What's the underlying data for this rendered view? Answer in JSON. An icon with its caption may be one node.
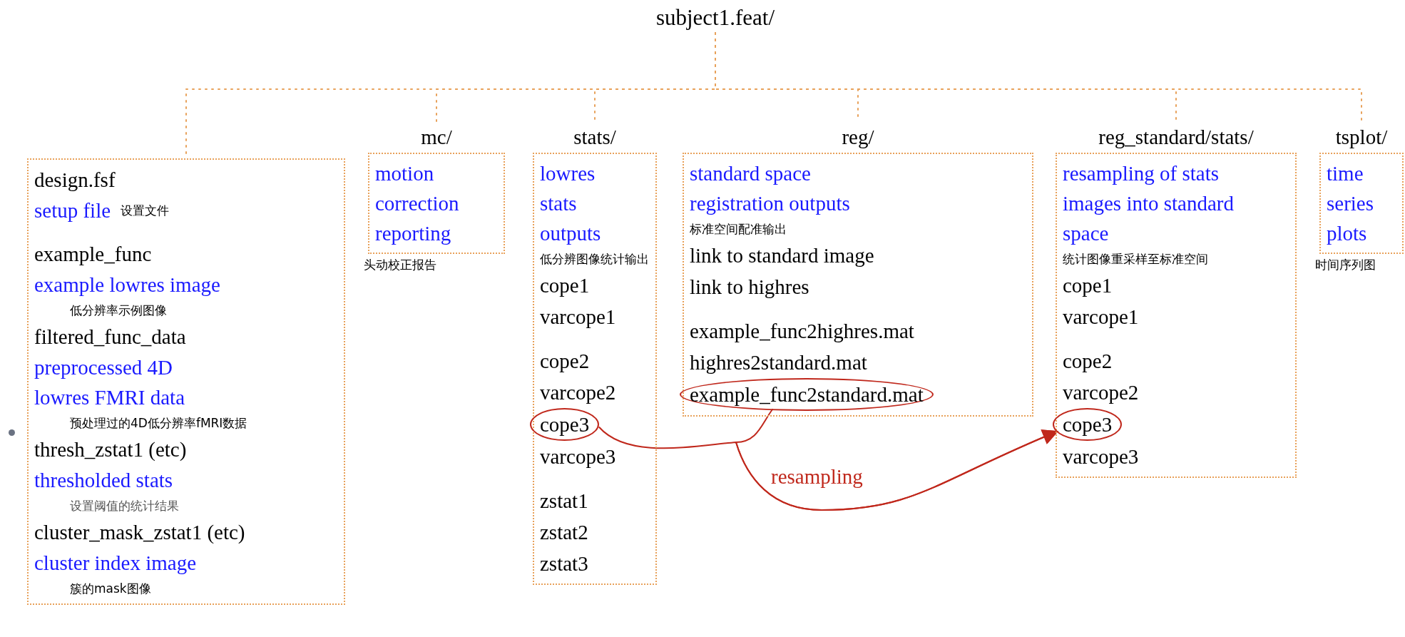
{
  "diagram": {
    "nodes": [
      {
        "text": [
          "subject1.feat/"
        ]
      },
      {
        "text": [
          "design.fsf",
          "setup file",
          "设置文件",
          "example_func",
          "example lowres image",
          "低分辨率示例图像",
          "filtered_func_data",
          "preprocessed 4D",
          "lowres FMRI data",
          "预处理过的4D低分辨率fMRI数据",
          "thresh_zstat1 (etc)",
          "thresholded stats",
          "设置阈值的统计结果",
          "cluster_mask_zstat1 (etc)",
          "cluster index image",
          "簇的mask图像"
        ]
      },
      {
        "text": [
          "mc/",
          "motion correction reporting"
        ],
        "beside": [
          "头动校正报告"
        ]
      },
      {
        "text": [
          "stats/",
          "lowres stats outputs",
          "低分辨图像统计输出",
          "cope1",
          "varcope1",
          "cope2",
          "varcope2",
          "varcope3",
          "zstat1",
          "zstat2",
          "zstat3"
        ]
      },
      {
        "text": [
          "cope3"
        ],
        "in": 3
      },
      {
        "text": [
          "reg/",
          "standard space registration outputs",
          "标准空间配准输出",
          "link to standard image",
          "link to highres",
          "example_func2highres.mat",
          "highres2standard.mat"
        ]
      },
      {
        "text": [
          "example_func2standard.mat"
        ],
        "in": 5
      },
      {
        "text": [
          "reg_standard/stats/",
          "resampling of stats images into standard space",
          "统计图像重采样至标准空间",
          "cope1",
          "varcope1",
          "cope2",
          "varcope2",
          "varcope3"
        ]
      },
      {
        "text": [
          "cope3"
        ],
        "in": 7
      },
      {
        "text": [
          "tsplot/",
          "time series plots"
        ],
        "beside": [
          "时间序列图"
        ]
      }
    ],
    "edges": [
      {
        "from": 0,
        "to": 1,
        "arrow": "none",
        "style": "dashed",
        "color": "#e8a15a"
      },
      {
        "from": 0,
        "to": 2,
        "arrow": "none",
        "style": "dashed",
        "color": "#e8a15a"
      },
      {
        "from": 0,
        "to": 3,
        "arrow": "none",
        "style": "dashed",
        "color": "#e8a15a"
      },
      {
        "from": 0,
        "to": 5,
        "arrow": "none",
        "style": "dashed",
        "color": "#e8a15a"
      },
      {
        "from": 0,
        "to": 7,
        "arrow": "none",
        "style": "dashed",
        "color": "#e8a15a"
      },
      {
        "from": 0,
        "to": 9,
        "arrow": "none",
        "style": "dashed",
        "color": "#e8a15a"
      },
      {
        "from": 4,
        "to": 8,
        "arrow": "to",
        "label": "resampling",
        "color": "#c0281c"
      },
      {
        "from": 6,
        "to": 8,
        "arrow": "to",
        "color": "#c0281c"
      }
    ]
  }
}
